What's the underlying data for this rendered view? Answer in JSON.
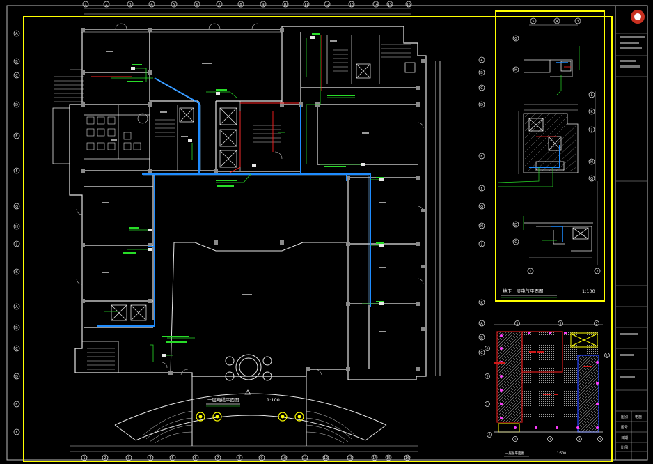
{
  "main_plan": {
    "title": "一层电缆平面图",
    "scale": "1:100"
  },
  "inset_plan": {
    "title": "地下一层电气平面图",
    "scale": "1:100"
  },
  "site_plan": {
    "title": "一层总平面图",
    "scale": "1:500"
  },
  "grid_top": [
    "1",
    "2",
    "3",
    "4",
    "5",
    "6",
    "7",
    "8",
    "9",
    "10",
    "11",
    "12",
    "13",
    "14",
    "15",
    "16"
  ],
  "grid_left": [
    "A",
    "B",
    "C",
    "D",
    "E",
    "F",
    "G",
    "H",
    "J",
    "K"
  ],
  "grid_right": [
    "A",
    "B",
    "C",
    "D",
    "E",
    "F",
    "G",
    "H",
    "J",
    "K"
  ],
  "inset_grid_top": [
    "5",
    "4",
    "3"
  ],
  "inset_grid_bottom": [
    "1",
    "2"
  ],
  "inset_grid_left": [
    "G",
    "H",
    "D",
    "C"
  ],
  "inset_grid_right": [
    "L",
    "K",
    "J",
    "H",
    "G"
  ],
  "title_block": {
    "row_labels": [
      "图别",
      "图号",
      "日期",
      "比例"
    ],
    "row_values": [
      "电施",
      "1",
      "",
      ""
    ]
  },
  "colors": {
    "frame": "#ffff00",
    "wall": "#e6e6e6",
    "cable_blue": "#1e8cff",
    "cable_green": "#28dc28",
    "cable_red": "#ff2020",
    "column": "#8a8a8a",
    "site_red": "#d01818",
    "site_blue": "#2040ff"
  }
}
